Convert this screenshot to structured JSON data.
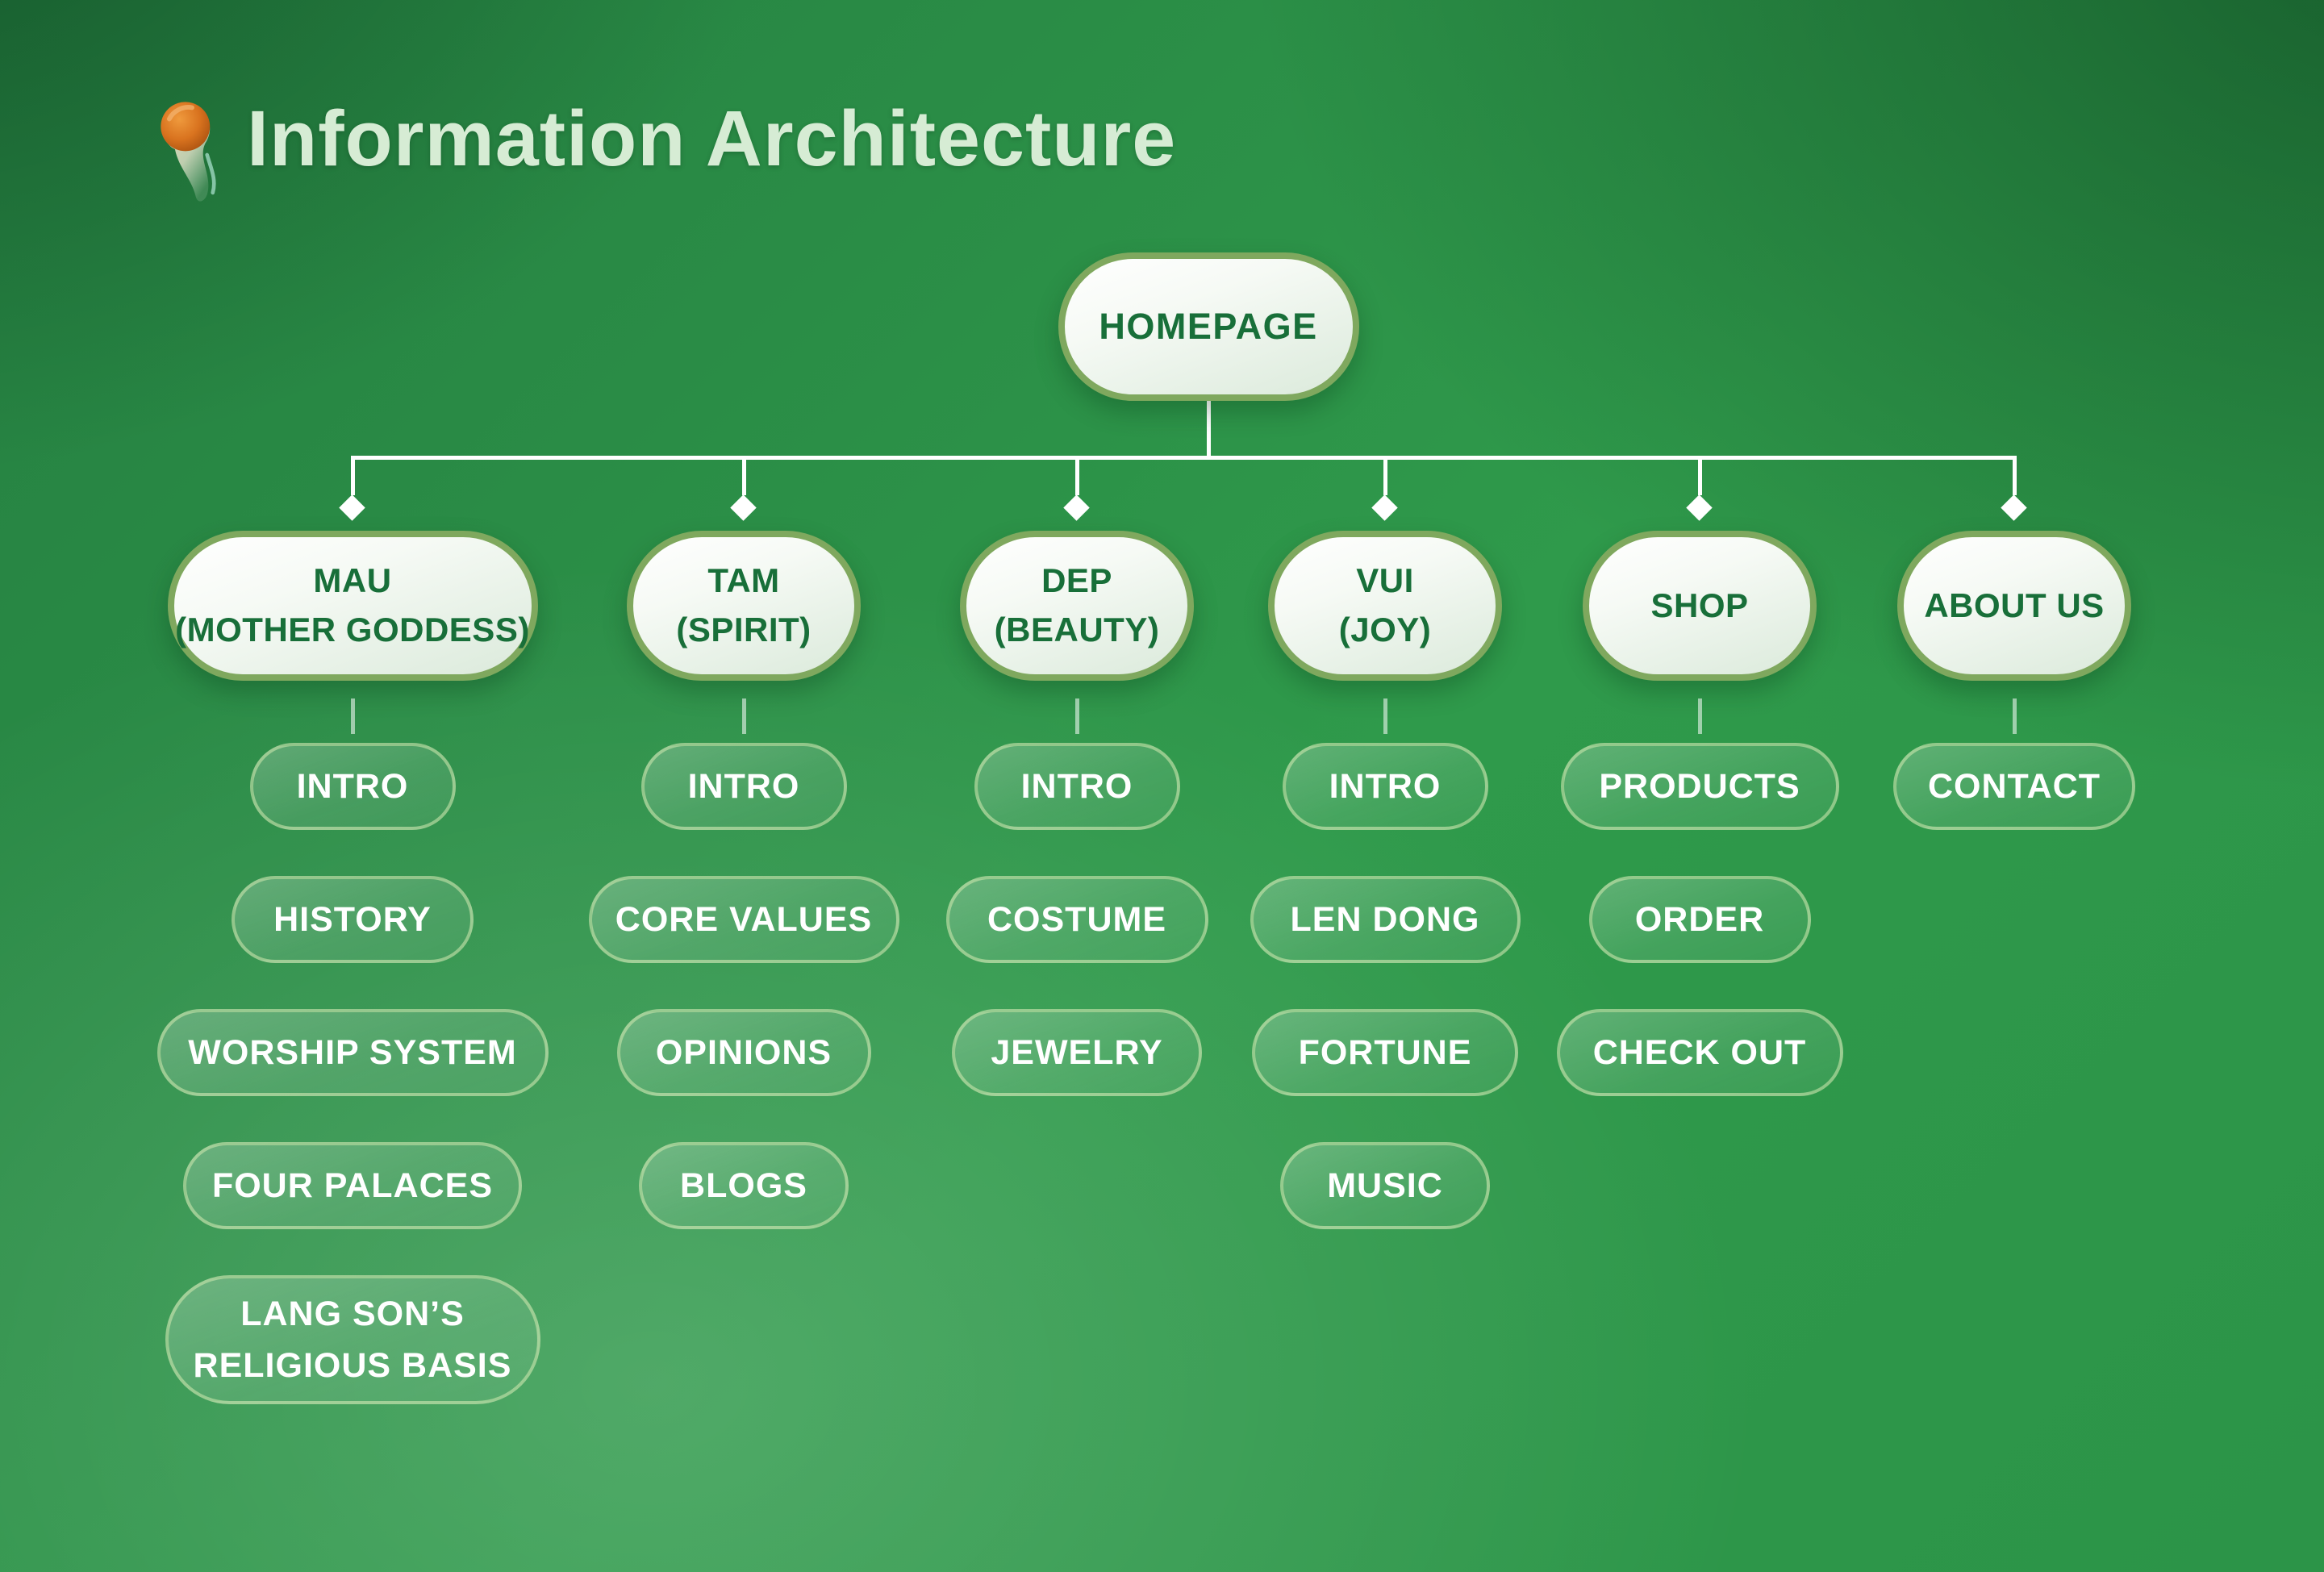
{
  "page": {
    "title": "Information Architecture"
  },
  "icons": {
    "title_icon": "comet-icon"
  },
  "colors": {
    "background_green": "#2e9849",
    "background_dark_corner": "#14552c",
    "background_light_area": "#45a65e",
    "node_border_olive": "#7fa85e",
    "node_fill_top": "#ffffff",
    "node_fill_bottom": "#dbeadb",
    "node_text_green": "#186f39",
    "child_pill_border": "#d4e9b0",
    "child_pill_text": "#ffffff",
    "connector_white": "#ffffff",
    "title_text": "#d6ecd4",
    "comet_orange": "#d9731f"
  },
  "tree": {
    "root": {
      "label": "HOMEPAGE"
    },
    "branches": [
      {
        "id": "mau",
        "label_lines": [
          "MAU",
          "(MOTHER GODDESS)"
        ],
        "children": [
          {
            "lines": [
              "INTRO"
            ]
          },
          {
            "lines": [
              "HISTORY"
            ]
          },
          {
            "lines": [
              "WORSHIP SYSTEM"
            ]
          },
          {
            "lines": [
              "FOUR PALACES"
            ]
          },
          {
            "lines": [
              "LANG SON’S",
              "RELIGIOUS BASIS"
            ]
          }
        ]
      },
      {
        "id": "tam",
        "label_lines": [
          "TAM",
          "(SPIRIT)"
        ],
        "children": [
          {
            "lines": [
              "INTRO"
            ]
          },
          {
            "lines": [
              "CORE VALUES"
            ]
          },
          {
            "lines": [
              "OPINIONS"
            ]
          },
          {
            "lines": [
              "BLOGS"
            ]
          }
        ]
      },
      {
        "id": "dep",
        "label_lines": [
          "DEP",
          "(BEAUTY)"
        ],
        "children": [
          {
            "lines": [
              "INTRO"
            ]
          },
          {
            "lines": [
              "COSTUME"
            ]
          },
          {
            "lines": [
              "JEWELRY"
            ]
          }
        ]
      },
      {
        "id": "vui",
        "label_lines": [
          "VUI",
          "(JOY)"
        ],
        "children": [
          {
            "lines": [
              "INTRO"
            ]
          },
          {
            "lines": [
              "LEN DONG"
            ]
          },
          {
            "lines": [
              "FORTUNE"
            ]
          },
          {
            "lines": [
              "MUSIC"
            ]
          }
        ]
      },
      {
        "id": "shop",
        "label_lines": [
          "SHOP"
        ],
        "children": [
          {
            "lines": [
              "PRODUCTS"
            ]
          },
          {
            "lines": [
              "ORDER"
            ]
          },
          {
            "lines": [
              "CHECK OUT"
            ]
          }
        ]
      },
      {
        "id": "about-us",
        "label_lines": [
          "ABOUT US"
        ],
        "children": [
          {
            "lines": [
              "CONTACT"
            ]
          }
        ]
      }
    ]
  }
}
